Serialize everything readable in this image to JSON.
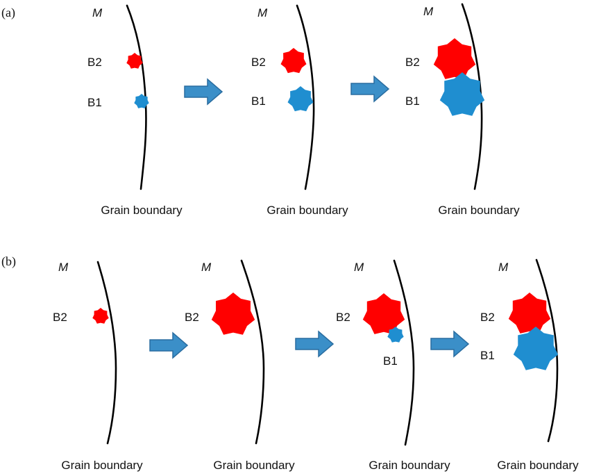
{
  "colors": {
    "precipitate_b2": "#ff0000",
    "precipitate_b1": "#1f8ed0",
    "arrow_fill": "#3b8fc8",
    "arrow_stroke": "#2a6da0",
    "boundary": "#000000"
  },
  "panels": [
    {
      "label": "(a)",
      "stages": [
        {
          "matrix_label": "M",
          "caption": "Grain boundary",
          "particles": [
            {
              "name": "B2",
              "label": "B2"
            },
            {
              "name": "B1",
              "label": "B1"
            }
          ]
        },
        {
          "matrix_label": "M",
          "caption": "Grain boundary",
          "particles": [
            {
              "name": "B2",
              "label": "B2"
            },
            {
              "name": "B1",
              "label": "B1"
            }
          ]
        },
        {
          "matrix_label": "M",
          "caption": "Grain boundary",
          "particles": [
            {
              "name": "B2",
              "label": "B2"
            },
            {
              "name": "B1",
              "label": "B1"
            }
          ]
        }
      ]
    },
    {
      "label": "(b)",
      "stages": [
        {
          "matrix_label": "M",
          "caption": "Grain boundary",
          "particles": [
            {
              "name": "B2",
              "label": "B2"
            }
          ]
        },
        {
          "matrix_label": "M",
          "caption": "Grain boundary",
          "particles": [
            {
              "name": "B2",
              "label": "B2"
            }
          ]
        },
        {
          "matrix_label": "M",
          "caption": "Grain boundary",
          "particles": [
            {
              "name": "B2",
              "label": "B2"
            },
            {
              "name": "B1",
              "label": "B1"
            }
          ]
        },
        {
          "matrix_label": "M",
          "caption": "Grain boundary",
          "particles": [
            {
              "name": "B2",
              "label": "B2"
            },
            {
              "name": "B1",
              "label": "B1"
            }
          ]
        }
      ]
    }
  ]
}
